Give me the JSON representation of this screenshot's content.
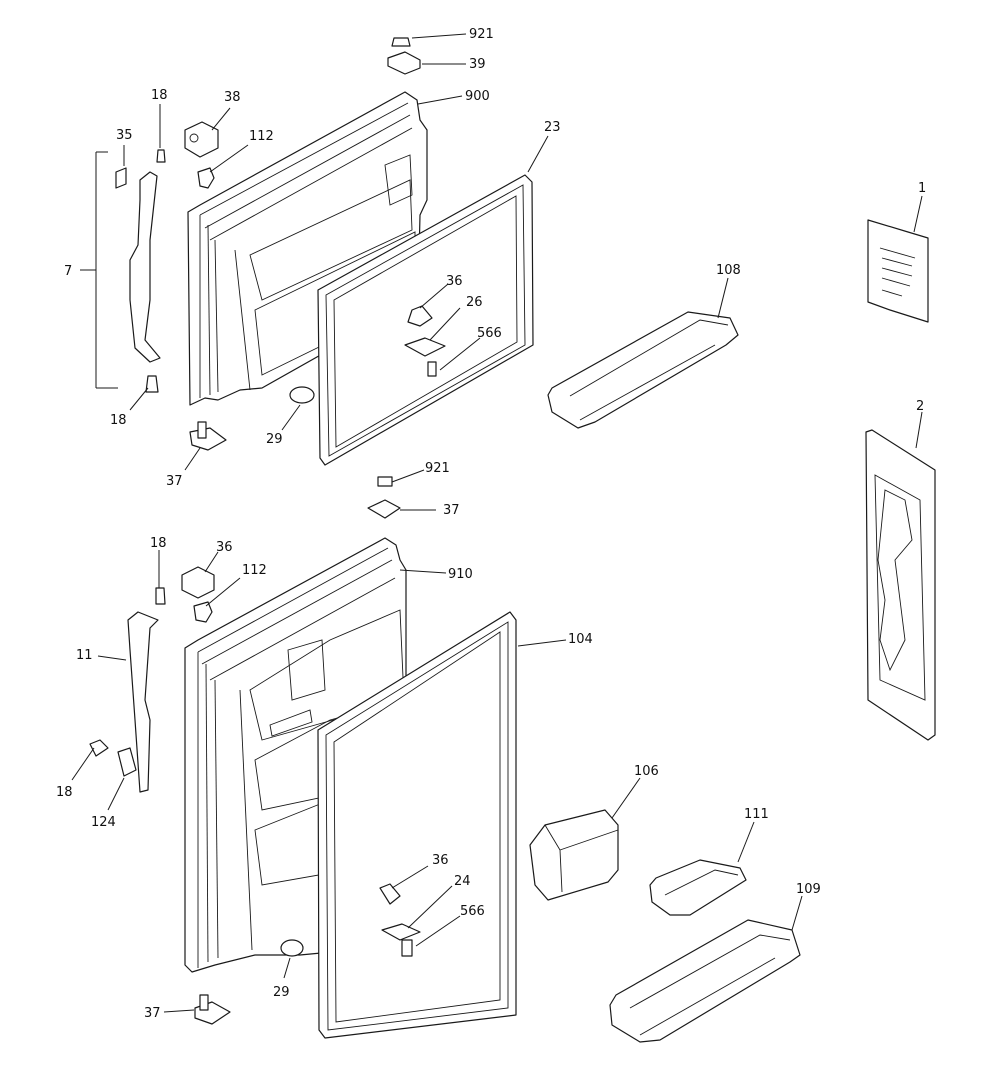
{
  "diagram": {
    "type": "exploded-parts-diagram",
    "labels": {
      "l921a": "921",
      "l39": "39",
      "l900": "900",
      "l38": "38",
      "l18a": "18",
      "l112a": "112",
      "l35": "35",
      "l23": "23",
      "l7": "7",
      "l1": "1",
      "l108": "108",
      "l36a": "36",
      "l26": "26",
      "l566a": "566",
      "l18b": "18",
      "l29a": "29",
      "l37a": "37",
      "l2": "2",
      "l921b": "921",
      "l37b": "37",
      "l18c": "18",
      "l36b": "36",
      "l112b": "112",
      "l910": "910",
      "l104": "104",
      "l11": "11",
      "l18d": "18",
      "l124": "124",
      "l106": "106",
      "l111": "111",
      "l36c": "36",
      "l24": "24",
      "l109": "109",
      "l566b": "566",
      "l29b": "29",
      "l37c": "37"
    }
  }
}
